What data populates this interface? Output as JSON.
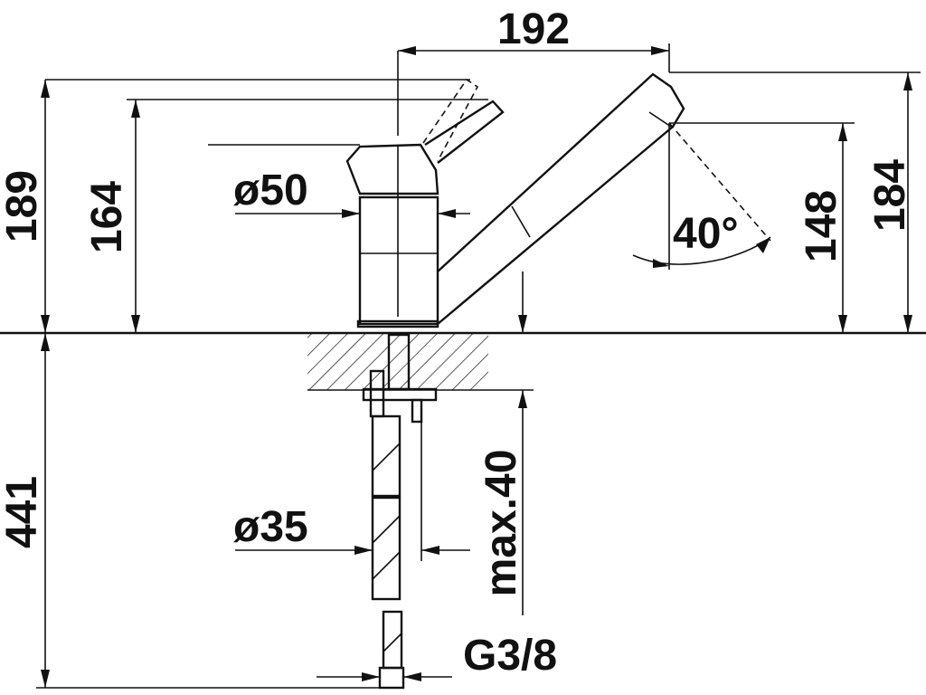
{
  "dimensions": {
    "top_width": "192",
    "height_total": "189",
    "height_lever": "164",
    "body_diameter": "ø50",
    "right_height": "184",
    "spout_outlet_height": "148",
    "swivel_angle": "40°",
    "below_counter": "441",
    "shank_diameter": "ø35",
    "counter_thickness": "max.40",
    "connection": "G3/8"
  }
}
